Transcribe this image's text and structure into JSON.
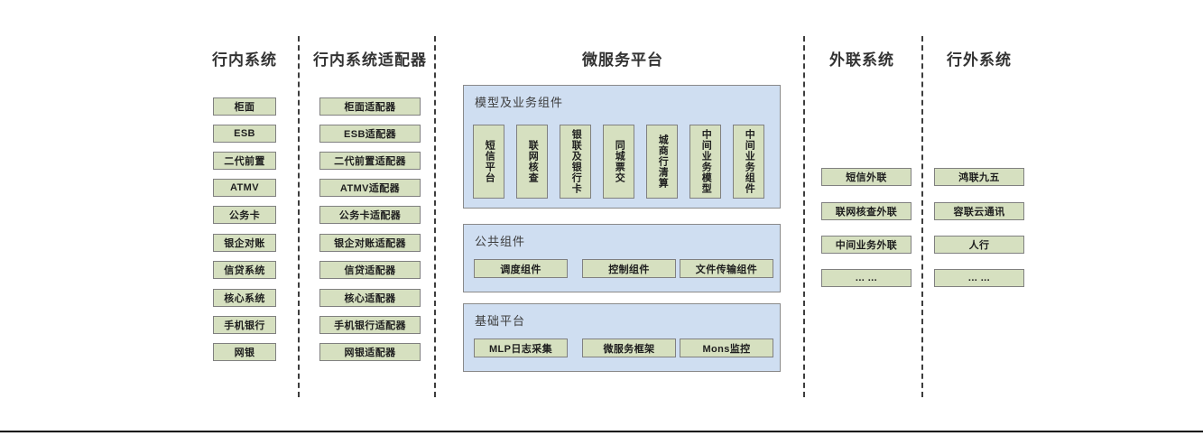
{
  "diagram": {
    "title_color": "#333333",
    "node_fill": "#d6e0c0",
    "node_border": "#808080",
    "panel_fill": "#cfdef1",
    "panel_border": "#8a8a8a"
  },
  "columns": [
    {
      "id": "in-bank-systems",
      "title": "行内系统",
      "nodes": [
        "柜面",
        "ESB",
        "二代前置",
        "ATMV",
        "公务卡",
        "银企对账",
        "信贷系统",
        "核心系统",
        "手机银行",
        "网银"
      ]
    },
    {
      "id": "in-bank-adapters",
      "title": "行内系统适配器",
      "nodes": [
        "柜面适配器",
        "ESB适配器",
        "二代前置适配器",
        "ATMV适配器",
        "公务卡适配器",
        "银企对账适配器",
        "信贷适配器",
        "核心适配器",
        "手机银行适配器",
        "网银适配器"
      ]
    },
    {
      "id": "microservice-platform",
      "title": "微服务平台",
      "panels": [
        {
          "id": "model-business-components",
          "title": "模型及业务组件",
          "orientation": "vertical",
          "nodes": [
            "短信平台",
            "联网核查",
            "银联及银行卡",
            "同城票交",
            "城商行清算",
            "中间业务模型",
            "中间业务组件"
          ]
        },
        {
          "id": "public-components",
          "title": "公共组件",
          "orientation": "horizontal",
          "nodes": [
            "调度组件",
            "控制组件",
            "文件传输组件"
          ]
        },
        {
          "id": "base-platform",
          "title": "基础平台",
          "orientation": "horizontal",
          "nodes": [
            "MLP日志采集",
            "微服务框架",
            "Mons监控"
          ]
        }
      ]
    },
    {
      "id": "external-link-systems",
      "title": "外联系统",
      "nodes": [
        "短信外联",
        "联网核查外联",
        "中间业务外联",
        "... ..."
      ]
    },
    {
      "id": "out-of-bank-systems",
      "title": "行外系统",
      "nodes": [
        "鸿联九五",
        "容联云通讯",
        "人行",
        "... ..."
      ]
    }
  ]
}
